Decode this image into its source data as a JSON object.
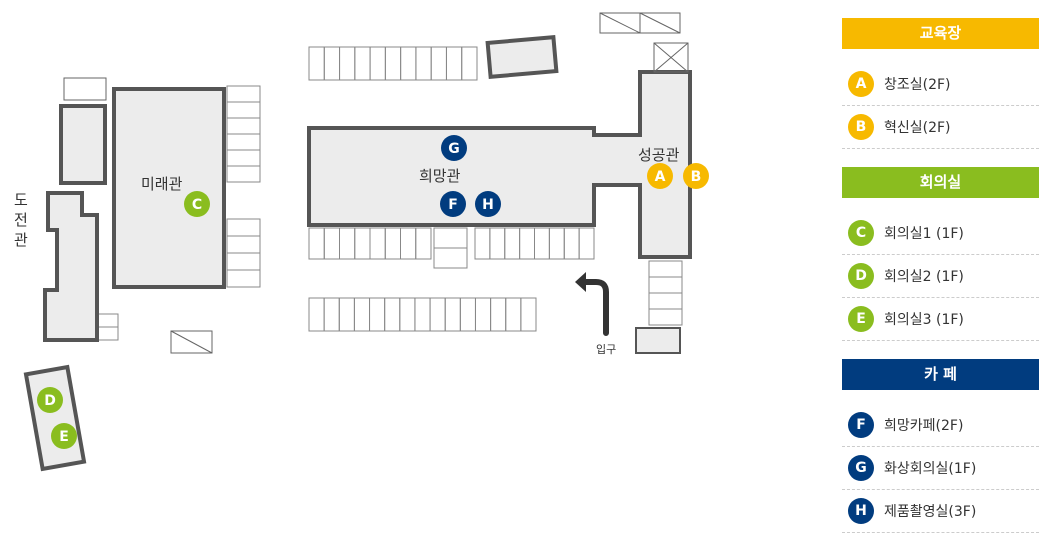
{
  "colors": {
    "education": "#f7b900",
    "meeting": "#8abd1f",
    "cafe": "#013c7f"
  },
  "map": {
    "buildings": {
      "mirae": "미래관",
      "dojeon": "도전관",
      "huimang": "희망관",
      "seonggong": "성공관"
    },
    "entrance": "입구",
    "markers": [
      "A",
      "B",
      "C",
      "D",
      "E",
      "F",
      "G",
      "H"
    ]
  },
  "legend": {
    "sections": [
      {
        "title": "교육장",
        "items": [
          {
            "badge": "A",
            "label": "창조실(2F)"
          },
          {
            "badge": "B",
            "label": "혁신실(2F)"
          }
        ]
      },
      {
        "title": "회의실",
        "items": [
          {
            "badge": "C",
            "label": "회의실1 (1F)"
          },
          {
            "badge": "D",
            "label": "회의실2 (1F)"
          },
          {
            "badge": "E",
            "label": "회의실3 (1F)"
          }
        ]
      },
      {
        "title": "카   페",
        "items": [
          {
            "badge": "F",
            "label": "희망카페(2F)"
          },
          {
            "badge": "G",
            "label": "화상회의실(1F)"
          },
          {
            "badge": "H",
            "label": "제품촬영실(3F)"
          }
        ]
      }
    ]
  }
}
